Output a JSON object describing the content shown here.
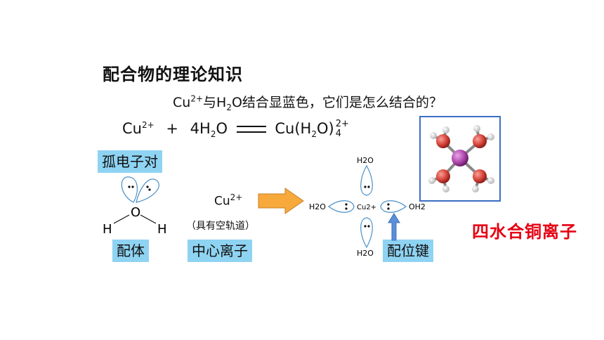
{
  "title": "配合物的理论知识",
  "question": {
    "cu": "Cu",
    "cu_charge": "2+",
    "mid": "与H",
    "sub2": "2",
    "rest": "O结合显蓝色，它们是怎么结合的？"
  },
  "equation": {
    "left_cu": "Cu",
    "left_charge": "2+",
    "plus": "+",
    "coef": "4H",
    "sub2a": "2",
    "o": "O",
    "right": "Cu(H",
    "sub2b": "2",
    "right_close": "O)",
    "charge_top": "2+",
    "count_bottom": "4"
  },
  "labels": {
    "lone_pair": "孤电子对",
    "ligand": "配体",
    "center_ion": "中心离子",
    "coord_bond": "配位键",
    "tetraaqua": "四水合铜离子",
    "empty_orbital": "（具有空轨道）"
  },
  "water_diagram": {
    "o": "O",
    "h_left": "H",
    "h_right": "H",
    "dots": ".."
  },
  "cu_ion": {
    "symbol": "Cu",
    "charge": "2+"
  },
  "complex": {
    "top": "H2O",
    "bottom": "H2O",
    "left": "H2O",
    "right": "OH2",
    "center": "Cu2+"
  },
  "colors": {
    "label_bg": "#8fd3f2",
    "arrow_orange": "#f7a93c",
    "arrow_blue": "#5b8fd6",
    "red": "#e60012",
    "frame": "#3b6fc4"
  }
}
